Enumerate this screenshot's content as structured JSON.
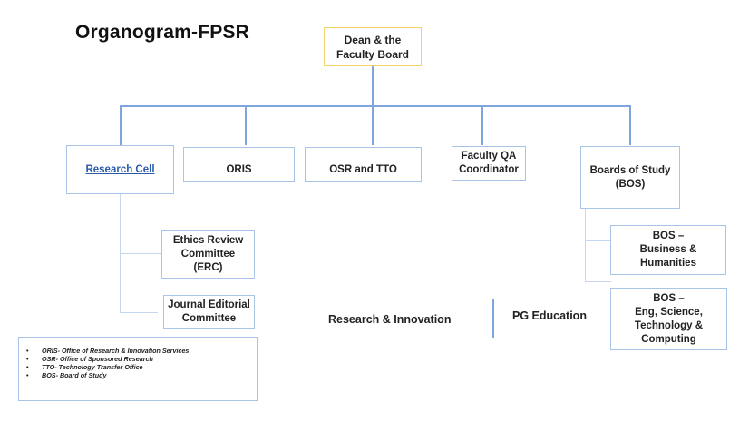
{
  "title": "Organogram-FPSR",
  "root": {
    "label": "Dean & the\nFaculty Board"
  },
  "level1": [
    {
      "label": "Research Cell",
      "is_link": true
    },
    {
      "label": "ORIS"
    },
    {
      "label": "OSR and TTO"
    },
    {
      "label": "Faculty QA\nCoordinator"
    },
    {
      "label": "Boards of Study\n(BOS)"
    }
  ],
  "research_cell_children": [
    {
      "label": "Ethics Review\nCommittee\n(ERC)"
    },
    {
      "label": "Journal Editorial\nCommittee"
    }
  ],
  "bos_children": [
    {
      "label": "BOS –\nBusiness &\nHumanities"
    },
    {
      "label": "BOS –\nEng, Science,\nTechnology &\nComputing"
    }
  ],
  "sections": {
    "left": "Research & Innovation",
    "right": "PG Education"
  },
  "legend": [
    "ORIS- Office of Research & Innovation Services",
    "OSR- Office of Sponsored Research",
    "TTO- Technology Transfer Office",
    "BOS- Board of Study"
  ],
  "colors": {
    "connector": "#7ea6dc",
    "box_border": "#a8c5e8",
    "root_border": "#f5d36b",
    "link": "#2a5caa"
  }
}
